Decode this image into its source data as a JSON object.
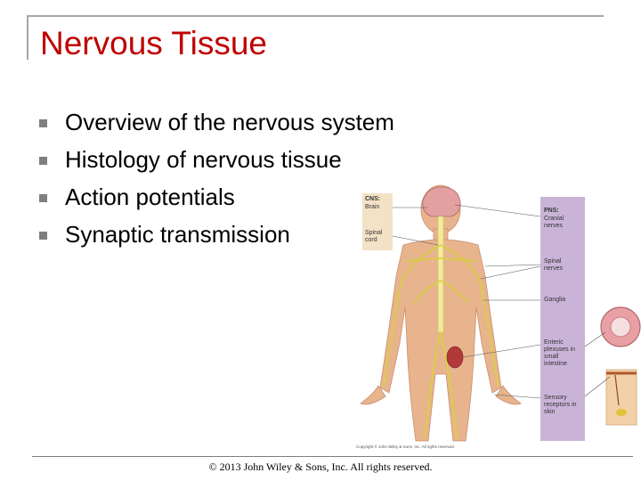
{
  "slide": {
    "title": "Nervous Tissue",
    "bullets": [
      "Overview of the nervous system",
      "Histology of nervous tissue",
      "Action potentials",
      "Synaptic transmission"
    ],
    "footer": "© 2013 John Wiley & Sons, Inc. All rights reserved."
  },
  "figure": {
    "cns_heading": "CNS:",
    "cns_brain": "Brain",
    "cns_spinal_cord": "Spinal cord",
    "pns_heading": "PNS:",
    "pns_cranial_nerves": "Cranial nerves",
    "pns_spinal_nerves": "Spinal nerves",
    "pns_ganglia": "Ganglia",
    "pns_enteric": "Enteric plexuses in small intestine",
    "pns_sensory": "Sensory receptors in skin",
    "copyright": "Copyright © John Wiley & Sons, Inc. All rights reserved."
  },
  "colors": {
    "title": "#c00000",
    "pns_panel": "#c9b4d8",
    "cns_panel": "#f4e2c6",
    "nerve": "#d8d23a",
    "skin": "#e8b48e"
  }
}
